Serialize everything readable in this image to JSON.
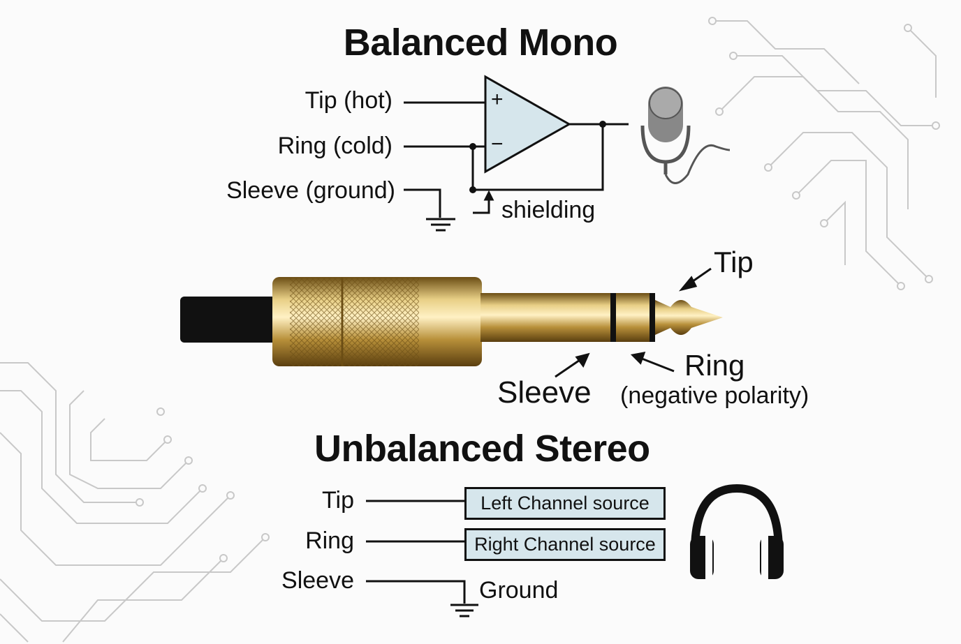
{
  "balanced": {
    "title": "Balanced Mono",
    "tip_label": "Tip (hot)",
    "ring_label": "Ring (cold)",
    "sleeve_label": "Sleeve (ground)",
    "plus": "+",
    "minus": "−",
    "shielding": "shielding"
  },
  "plug": {
    "tip": "Tip",
    "sleeve": "Sleeve",
    "ring": "Ring",
    "ring_note": "(negative polarity)"
  },
  "unbalanced": {
    "title": "Unbalanced Stereo",
    "tip_label": "Tip",
    "ring_label": "Ring",
    "sleeve_label": "Sleeve",
    "left_box": "Left Channel source",
    "right_box": "Right Channel source",
    "ground": "Ground"
  },
  "colors": {
    "box_fill": "#d6e6ec",
    "gold": "#c9a24a",
    "trace": "#c8c8c8"
  }
}
